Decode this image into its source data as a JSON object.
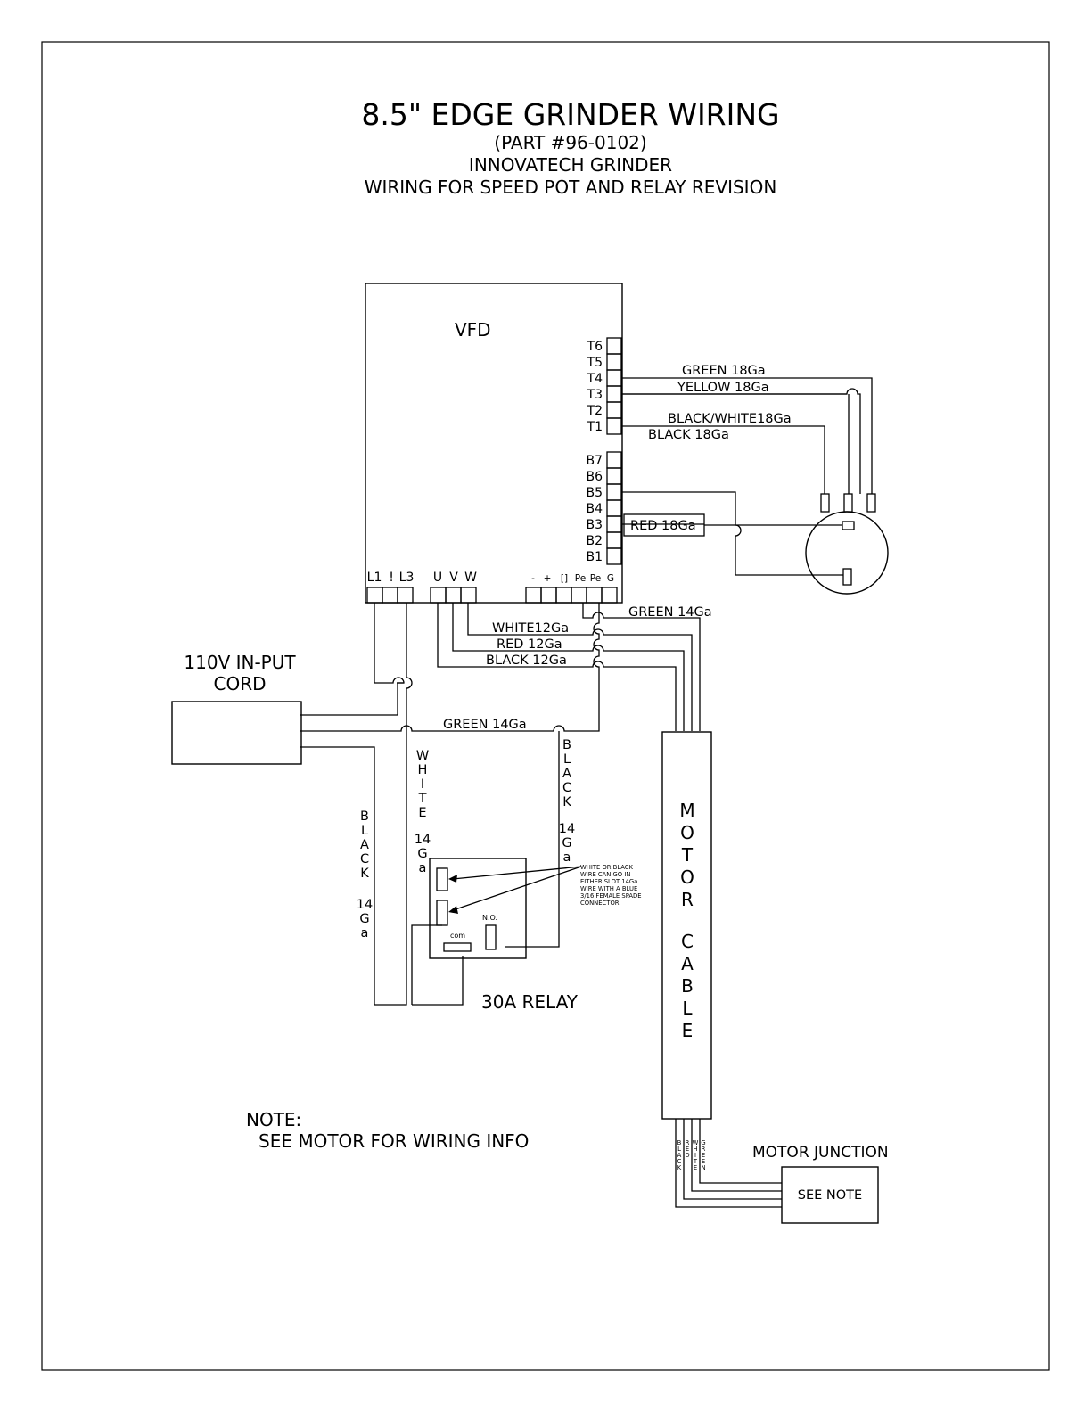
{
  "title": {
    "main": "8.5\" EDGE GRINDER WIRING",
    "part": "(PART #96-0102)",
    "brand": "INNOVATECH GRINDER",
    "revision": "WIRING FOR SPEED POT AND RELAY REVISION"
  },
  "vfd": {
    "label": "VFD",
    "t_terminals": [
      "T6",
      "T5",
      "T4",
      "T3",
      "T2",
      "T1"
    ],
    "b_terminals": [
      "B7",
      "B6",
      "B5",
      "B4",
      "B3",
      "B2",
      "B1"
    ],
    "bottom_terminals": [
      "L1",
      "!",
      "L3",
      "U",
      "V",
      "W",
      "-",
      "+",
      "[]",
      "Pe",
      "Pe",
      "G"
    ]
  },
  "wires": {
    "green18": "GREEN 18Ga",
    "yellow18": "YELLOW 18Ga",
    "blackwhite18": "BLACK/WHITE18Ga",
    "black18": "BLACK 18Ga",
    "red18": "RED 18Ga",
    "green14_top": "GREEN 14Ga",
    "white12": "WHITE12Ga",
    "red12": "RED 12Ga",
    "black12": "BLACK 12Ga",
    "green14_mid": "GREEN 14Ga",
    "white14_letters": [
      "W",
      "H",
      "I",
      "T",
      "E"
    ],
    "white14_gauge": [
      "14",
      "G",
      "a"
    ],
    "black14_right_letters": [
      "B",
      "L",
      "A",
      "C",
      "K"
    ],
    "black14_right_gauge": [
      "14",
      "G",
      "a"
    ],
    "black14_left_letters": [
      "B",
      "L",
      "A",
      "C",
      "K"
    ],
    "black14_left_gauge": [
      "14",
      "G",
      "a"
    ]
  },
  "input_cord": {
    "line1": "110V IN-PUT",
    "line2": "CORD"
  },
  "relay": {
    "label": "30A RELAY",
    "no_label": "N.O.",
    "com_label": "com",
    "note_lines": [
      "WHITE OR BLACK",
      "WIRE CAN GO IN",
      "EITHER SLOT 14Ga",
      "WIRE WITH A BLUE",
      "3/16 FEMALE SPADE",
      "CONNECTOR"
    ]
  },
  "motor_cable": {
    "letters1": [
      "M",
      "O",
      "T",
      "O",
      "R"
    ],
    "letters2": [
      "C",
      "A",
      "B",
      "L",
      "E"
    ]
  },
  "cable_leads": {
    "black": [
      "B",
      "L",
      "A",
      "C",
      "K"
    ],
    "red": [
      "R",
      "E",
      "D"
    ],
    "white": [
      "W",
      "H",
      "I",
      "T",
      "E"
    ],
    "green": [
      "G",
      "R",
      "E",
      "E",
      "N"
    ]
  },
  "motor_junction": {
    "label": "MOTOR JUNCTION",
    "box": "SEE NOTE"
  },
  "note": {
    "line1": "NOTE:",
    "line2": "SEE MOTOR FOR WIRING INFO"
  }
}
